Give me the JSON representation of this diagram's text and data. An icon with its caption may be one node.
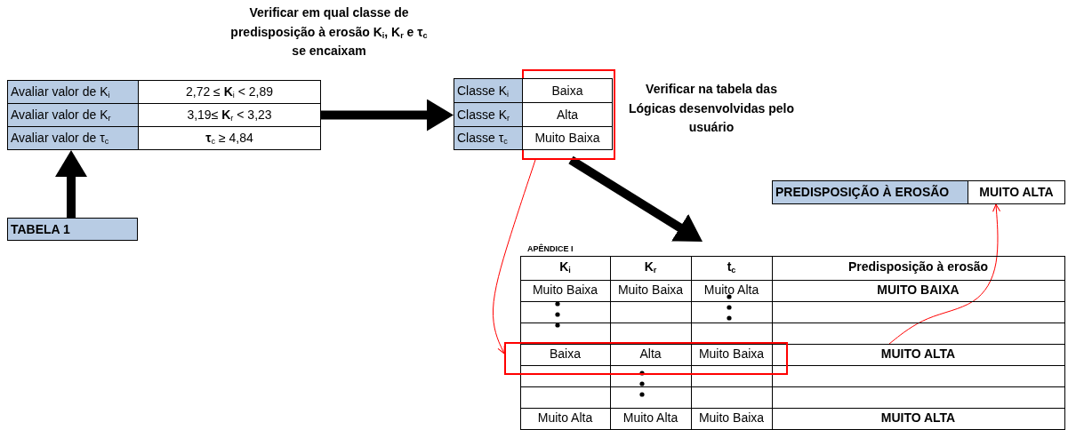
{
  "diagram": {
    "nodes": [
      {
        "text": [],
        "shape": "box"
      },
      {
        "text": [
          "Avaliar valor de K$_{i}$"
        ],
        "in": 0
      },
      {
        "text": [
          "2,72 ≤ **K**$_{i}$ < 2,89"
        ],
        "in": 0
      },
      {
        "text": [
          "Avaliar valor de K$_{r}$"
        ],
        "in": 0
      },
      {
        "text": [
          "3,19≤ **K**$_{r}$ < 3,23"
        ],
        "in": 0
      },
      {
        "text": [
          "Avaliar valor de τ$_{c}$"
        ],
        "in": 0
      },
      {
        "text": [
          "**τ**$_{c}$ ≥ 4,84"
        ],
        "in": 0
      },
      {
        "text": [
          "TABELA 1"
        ]
      },
      {
        "text": [],
        "shape": "box"
      },
      {
        "text": [
          "Classe K$_{i}$"
        ],
        "in": 8
      },
      {
        "text": [
          "Baixa"
        ],
        "in": 15
      },
      {
        "text": [
          "Classe K$_{r}$"
        ],
        "in": 8
      },
      {
        "text": [
          "Alta"
        ],
        "in": 15
      },
      {
        "text": [
          "Classe τ$_{c}$"
        ],
        "in": 8
      },
      {
        "text": [
          "Muito Baixa"
        ],
        "in": 15
      },
      {
        "text": [],
        "shape": "box"
      },
      {
        "text": [
          "PREDISPOSIÇÃO À EROSÃO"
        ]
      },
      {
        "text": [
          "MUITO ALTA"
        ]
      },
      {
        "text": [
          "APÊNDICE I"
        ]
      },
      {
        "text": [
          "K$_{i}$"
        ],
        "in": 18
      },
      {
        "text": [
          "K$_{r}$"
        ],
        "in": 18
      },
      {
        "text": [
          "t$_{c}$"
        ],
        "in": 18
      },
      {
        "text": [
          "Predisposição à erosão"
        ],
        "in": 18
      },
      {
        "text": [
          "Muito Baixa"
        ],
        "in": 18
      },
      {
        "text": [
          "Muito Baixa"
        ],
        "in": 18
      },
      {
        "text": [
          "Muito Alta"
        ],
        "in": 18
      },
      {
        "text": [
          "MUITO BAIXA"
        ],
        "in": 18
      },
      {
        "text": [
          "Baixa"
        ],
        "in": 35
      },
      {
        "text": [
          "Alta"
        ],
        "in": 35
      },
      {
        "text": [
          "Muito Baixa"
        ],
        "in": 35
      },
      {
        "text": [
          "MUITO ALTA"
        ],
        "in": 18
      },
      {
        "text": [
          "Muito Alta"
        ],
        "in": 18
      },
      {
        "text": [
          "Muito Alta"
        ],
        "in": 18
      },
      {
        "text": [
          "Muito Baixa"
        ],
        "in": 18
      },
      {
        "text": [
          "MUITO ALTA"
        ],
        "in": 18
      },
      {
        "text": [],
        "shape": "box"
      }
    ],
    "edges": [
      {
        "from": 7,
        "to": 0,
        "arrow": "to"
      },
      {
        "from": 0,
        "to": 8,
        "arrow": "to"
      },
      {
        "from": 15,
        "to": 18,
        "arrow": "to"
      },
      {
        "from": 15,
        "to": 35,
        "arrow": "to",
        "color": "#ff0000"
      },
      {
        "from": 30,
        "to": 17,
        "arrow": "to",
        "color": "#ff0000"
      }
    ],
    "labels": [
      "Verificar  em qual classe de predisposição à erosão K$_{i}$, K$_{r}$ e τ$_{c}$ se encaixam",
      "Verificar na tabela das Lógicas desenvolvidas pelo usuário"
    ]
  }
}
